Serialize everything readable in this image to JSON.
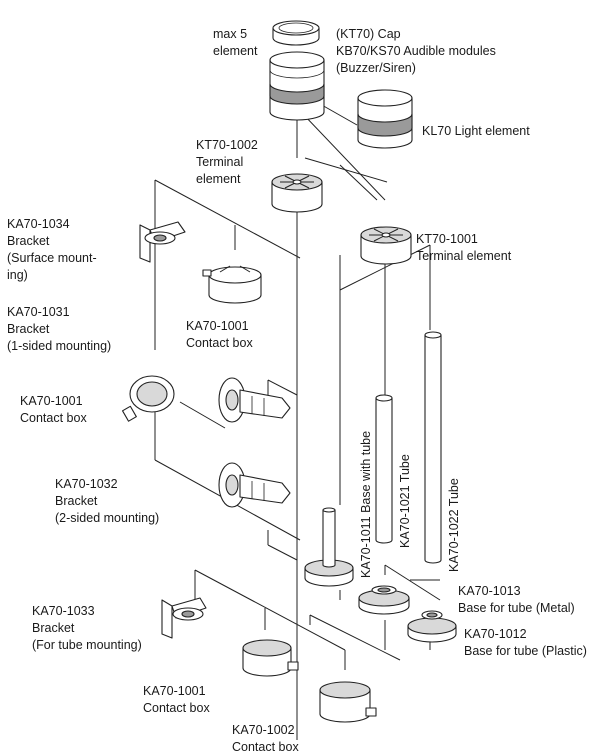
{
  "labels": {
    "max_elements": [
      "max 5",
      "element"
    ],
    "cap": "(KT70) Cap",
    "audible": [
      "KB70/KS70 Audible modules",
      "(Buzzer/Siren)"
    ],
    "light": "KL70 Light element",
    "terminal_1002": [
      "KT70-1002",
      "Terminal",
      "element"
    ],
    "terminal_1001": [
      "KT70-1001",
      "Terminal element"
    ],
    "bracket_1034": [
      "KA70-1034",
      "Bracket",
      "(Surface mount-",
      "ing)"
    ],
    "bracket_1031": [
      "KA70-1031",
      "Bracket",
      "(1-sided mounting)"
    ],
    "contact_1001_top": [
      "KA70-1001",
      "Contact box"
    ],
    "contact_1001_left": [
      "KA70-1001",
      "Contact box"
    ],
    "bracket_1032": [
      "KA70-1032",
      "Bracket",
      "(2-sided mounting)"
    ],
    "base_tube_1011": "KA70-1011 Base with tube",
    "tube_1021": "KA70-1021 Tube",
    "tube_1022": "KA70-1022 Tube",
    "base_1013": [
      "KA70-1013",
      "Base for tube (Metal)"
    ],
    "base_1012": [
      "KA70-1012",
      "Base for tube (Plastic)"
    ],
    "bracket_1033": [
      "KA70-1033",
      "Bracket",
      "(For tube mounting)"
    ],
    "contact_1001_bottom": [
      "KA70-1001",
      "Contact box"
    ],
    "contact_1002": [
      "KA70-1002",
      "Contact box"
    ]
  }
}
